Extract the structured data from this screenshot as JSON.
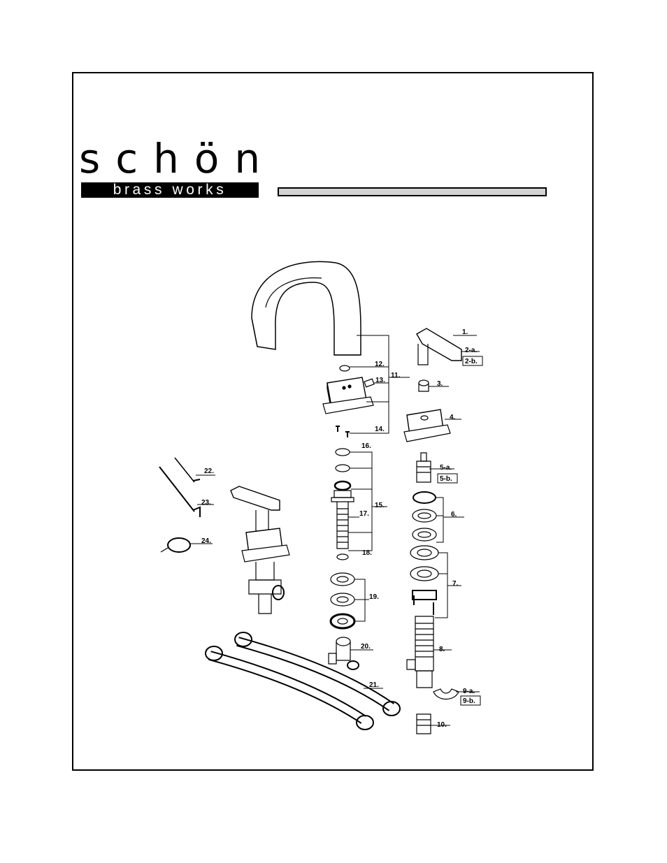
{
  "brand": {
    "name": "schön",
    "tagline": "brass works"
  },
  "callouts": [
    {
      "id": "c1",
      "text": "1."
    },
    {
      "id": "c2a",
      "text": "2-a."
    },
    {
      "id": "c2b",
      "text": "2-b."
    },
    {
      "id": "c3",
      "text": "3."
    },
    {
      "id": "c4",
      "text": "4."
    },
    {
      "id": "c5a",
      "text": "5-a."
    },
    {
      "id": "c5b",
      "text": "5-b."
    },
    {
      "id": "c6",
      "text": "6."
    },
    {
      "id": "c7",
      "text": "7."
    },
    {
      "id": "c8",
      "text": "8."
    },
    {
      "id": "c9a",
      "text": "9-a."
    },
    {
      "id": "c9b",
      "text": "9-b."
    },
    {
      "id": "c10",
      "text": "10."
    },
    {
      "id": "c11",
      "text": "11."
    },
    {
      "id": "c12",
      "text": "12."
    },
    {
      "id": "c13",
      "text": "13."
    },
    {
      "id": "c14",
      "text": "14."
    },
    {
      "id": "c15",
      "text": "15."
    },
    {
      "id": "c16",
      "text": "16."
    },
    {
      "id": "c17",
      "text": "17."
    },
    {
      "id": "c18",
      "text": "18."
    },
    {
      "id": "c19",
      "text": "19."
    },
    {
      "id": "c20",
      "text": "20."
    },
    {
      "id": "c21",
      "text": "21."
    },
    {
      "id": "c22",
      "text": "22."
    },
    {
      "id": "c23",
      "text": "23."
    },
    {
      "id": "c24",
      "text": "24."
    }
  ]
}
